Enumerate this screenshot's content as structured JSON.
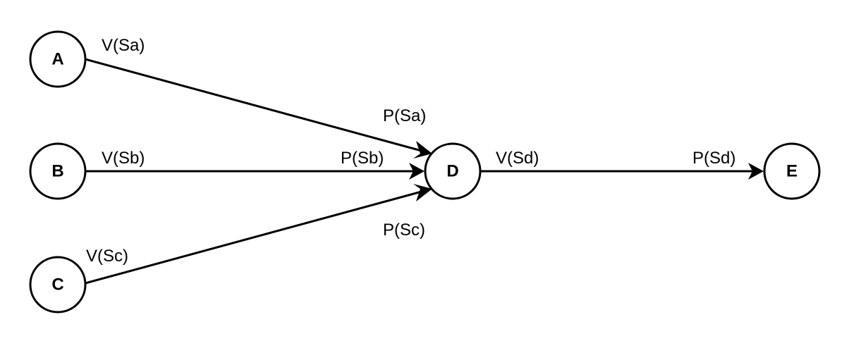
{
  "nodes": {
    "a": {
      "label": "A"
    },
    "b": {
      "label": "B"
    },
    "c": {
      "label": "C"
    },
    "d": {
      "label": "D"
    },
    "e": {
      "label": "E"
    }
  },
  "edges": {
    "a_d": {
      "from": "A",
      "to": "D",
      "source_label": "V(Sa)",
      "target_label": "P(Sa)"
    },
    "b_d": {
      "from": "B",
      "to": "D",
      "source_label": "V(Sb)",
      "target_label": "P(Sb)"
    },
    "c_d": {
      "from": "C",
      "to": "D",
      "source_label": "V(Sc)",
      "target_label": "P(Sc)"
    },
    "d_e": {
      "from": "D",
      "to": "E",
      "source_label": "V(Sd)",
      "target_label": "P(Sd)"
    }
  },
  "colors": {
    "stroke": "#000000",
    "background": "#ffffff"
  }
}
